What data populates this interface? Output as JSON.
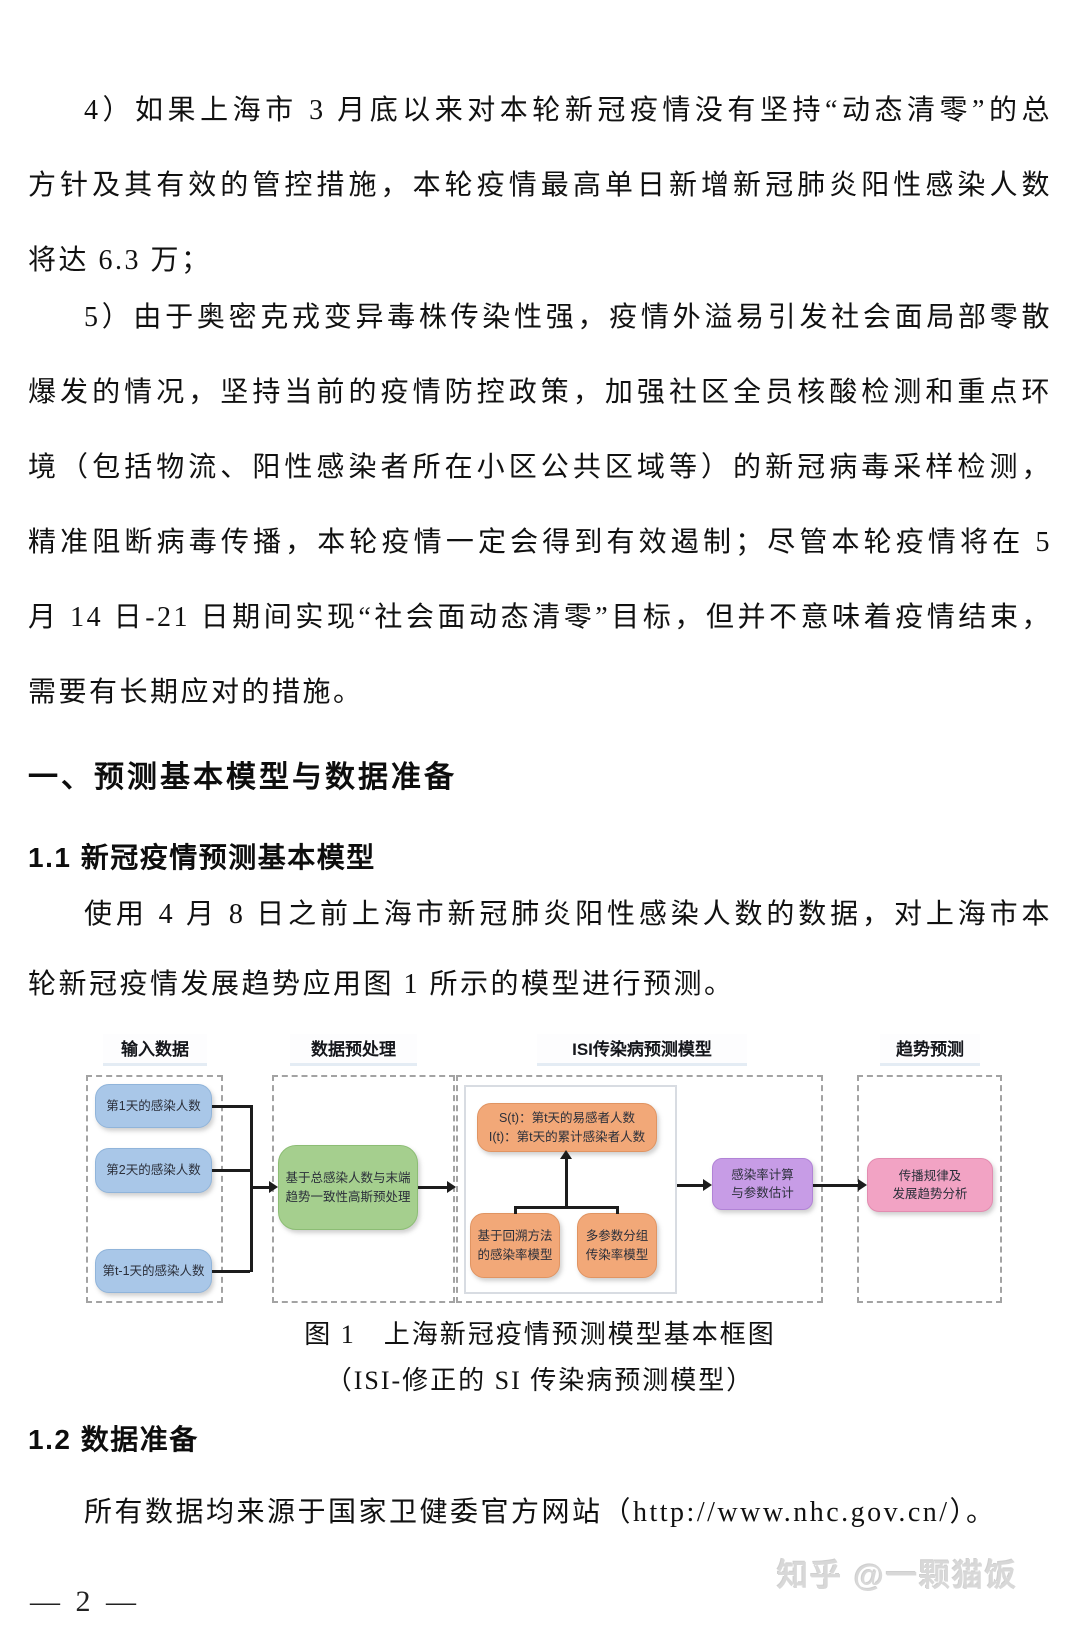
{
  "page": {
    "paragraphs": {
      "p4": {
        "lines": [
          "4）如果上海市 3 月底以来对本轮新冠疫情没有坚持“动态清零”的总",
          "方针及其有效的管控措施，本轮疫情最高单日新增新冠肺炎阳性感染人数",
          "将达 6.3 万；"
        ]
      },
      "p5": {
        "lines": [
          "5）由于奥密克戎变异毒株传染性强，疫情外溢易引发社会面局部零散",
          "爆发的情况，坚持当前的疫情防控政策，加强社区全员核酸检测和重点环",
          "境（包括物流、阳性感染者所在小区公共区域等）的新冠病毒采样检测，",
          "精准阻断病毒传播，本轮疫情一定会得到有效遏制；尽管本轮疫情将在 5",
          "月 14 日-21 日期间实现“社会面动态清零”目标，但并不意味着疫情结束，",
          "需要有长期应对的措施。"
        ]
      },
      "p_model": {
        "lines": [
          "使用 4 月 8 日之前上海市新冠肺炎阳性感染人数的数据，对上海市本",
          "轮新冠疫情发展趋势应用图 1 所示的模型进行预测。"
        ]
      },
      "p_data": {
        "lines": [
          "所有数据均来源于国家卫健委官方网站（http://www.nhc.gov.cn/）。"
        ]
      }
    },
    "headings": {
      "section1": "一、预测基本模型与数据准备",
      "sub11": "1.1 新冠疫情预测基本模型",
      "sub12": "1.2 数据准备"
    },
    "figure": {
      "headers": [
        "输入数据",
        "数据预处理",
        "ISI传染病预测模型",
        "趋势预测"
      ],
      "input_boxes": [
        "第1天的感染人数",
        "第2天的感染人数",
        "第t-1天的感染人数"
      ],
      "preprocess_lines": [
        "基于总感染人数与末端",
        "趋势一致性高斯预处理"
      ],
      "si_lines": [
        "S(t)：第t天的易感者人数",
        "I(t)：第t天的累计感染者人数"
      ],
      "model_left_lines": [
        "基于回溯方法",
        "的感染率模型"
      ],
      "model_right_lines": [
        "多参数分组",
        "传染率模型"
      ],
      "param_lines": [
        "感染率计算",
        "与参数估计"
      ],
      "trend_lines": [
        "传播规律及",
        "发展趋势分析"
      ],
      "caption": {
        "line1": "图 1　上海新冠疫情预测模型基本框图",
        "line2": "（ISI-修正的 SI 传染病预测模型）"
      },
      "colors": {
        "input_box": "#a9c7e8",
        "preprocess_box": "#a5cf8e",
        "model_box": "#f2a878",
        "param_box": "#c79ce6",
        "trend_box": "#f2a3c4"
      }
    },
    "footer": {
      "page_number": "— 2 —",
      "watermark": "知乎 @一颗猫饭"
    }
  }
}
